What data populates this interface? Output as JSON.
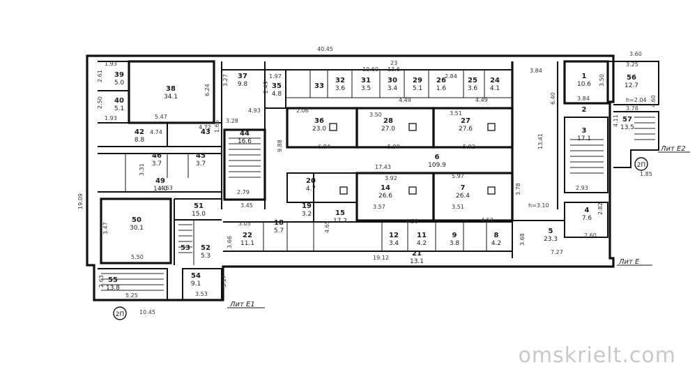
{
  "rooms": [
    {
      "num": "39",
      "area": "5.0"
    },
    {
      "num": "40",
      "area": "5.1"
    },
    {
      "num": "38",
      "area": "34.1"
    },
    {
      "num": "37",
      "area": "9.8"
    },
    {
      "num": "35",
      "area": "4.8"
    },
    {
      "num": "33",
      "area": ""
    },
    {
      "num": "32",
      "area": "3.6"
    },
    {
      "num": "31",
      "area": "3.5"
    },
    {
      "num": "30",
      "area": "3.4"
    },
    {
      "num": "29",
      "area": "5.1"
    },
    {
      "num": "26",
      "area": "1.6"
    },
    {
      "num": "25",
      "area": "3.6"
    },
    {
      "num": "24",
      "area": "4.1"
    },
    {
      "num": "1",
      "area": "10.6"
    },
    {
      "num": "56",
      "area": "12.7"
    },
    {
      "num": "57",
      "area": "13.5"
    },
    {
      "num": "2",
      "area": ""
    },
    {
      "num": "3",
      "area": "17.1"
    },
    {
      "num": "36",
      "area": "23.0"
    },
    {
      "num": "28",
      "area": "27.0"
    },
    {
      "num": "27",
      "area": "27.6"
    },
    {
      "num": "42",
      "area": "8.8"
    },
    {
      "num": "43",
      "area": ""
    },
    {
      "num": "44",
      "area": "16.6"
    },
    {
      "num": "46",
      "area": "3.7"
    },
    {
      "num": "45",
      "area": "3.7"
    },
    {
      "num": "6",
      "area": "109.9"
    },
    {
      "num": "49",
      "area": "14.0"
    },
    {
      "num": "20",
      "area": "4.7"
    },
    {
      "num": "14",
      "area": "26.6"
    },
    {
      "num": "7",
      "area": "26.4"
    },
    {
      "num": "19",
      "area": "3.2"
    },
    {
      "num": "15",
      "area": "17.2"
    },
    {
      "num": "4",
      "area": "7.6"
    },
    {
      "num": "50",
      "area": "30.1"
    },
    {
      "num": "51",
      "area": "15.0"
    },
    {
      "num": "22",
      "area": "11.1"
    },
    {
      "num": "18",
      "area": "5.7"
    },
    {
      "num": "5",
      "area": "23.3"
    },
    {
      "num": "12",
      "area": "3.4"
    },
    {
      "num": "11",
      "area": "4.2"
    },
    {
      "num": "9",
      "area": "3.8"
    },
    {
      "num": "8",
      "area": "4.2"
    },
    {
      "num": "53",
      "area": ""
    },
    {
      "num": "52",
      "area": "5.3"
    },
    {
      "num": "21",
      "area": "13.1"
    },
    {
      "num": "55",
      "area": "13.8"
    },
    {
      "num": "54",
      "area": "9.1"
    }
  ],
  "dimensions": [
    "40.45",
    "1.93",
    "2.61",
    "2.50",
    "1.93",
    "6.24",
    "5.47",
    "3.27",
    "1.97",
    "2.49",
    "4.93",
    "3.28",
    "19.60",
    "23",
    "13.6",
    "3.50",
    "4.49",
    "3.51",
    "4.49",
    "3.84",
    "3.60",
    "3.25",
    "3.50",
    "2.84",
    "3.84",
    "h=2.04",
    "3.78",
    "4.60",
    "6.40",
    "4.11",
    "13.41",
    "1.85",
    "4.74",
    "4.72",
    "3.31",
    "1.66",
    "9.88",
    "2.06",
    "6.84",
    "5.90",
    "5.92",
    "17.43",
    "3.92",
    "5.97",
    "2.79",
    "2.93",
    "3.78",
    "19.09",
    "4.63",
    "3.45",
    "3.57",
    "4.50",
    "3.51",
    "h=3.10",
    "4.52",
    "3.47",
    "5.50",
    "2.60",
    "3.66",
    "3.05",
    "4.65",
    "3.68",
    "19.12",
    "7.27",
    "2.63",
    "5.25",
    "3.17",
    "3.53",
    "10.45",
    "2.82"
  ],
  "annotations": {
    "lit_e": "Лит Е",
    "lit_e1": "Лит Е1",
    "lit_e2": "Лит Е2",
    "stair_2p_right": "2П",
    "stair_2p_left": "2П"
  },
  "watermark": "omskrielt.com"
}
